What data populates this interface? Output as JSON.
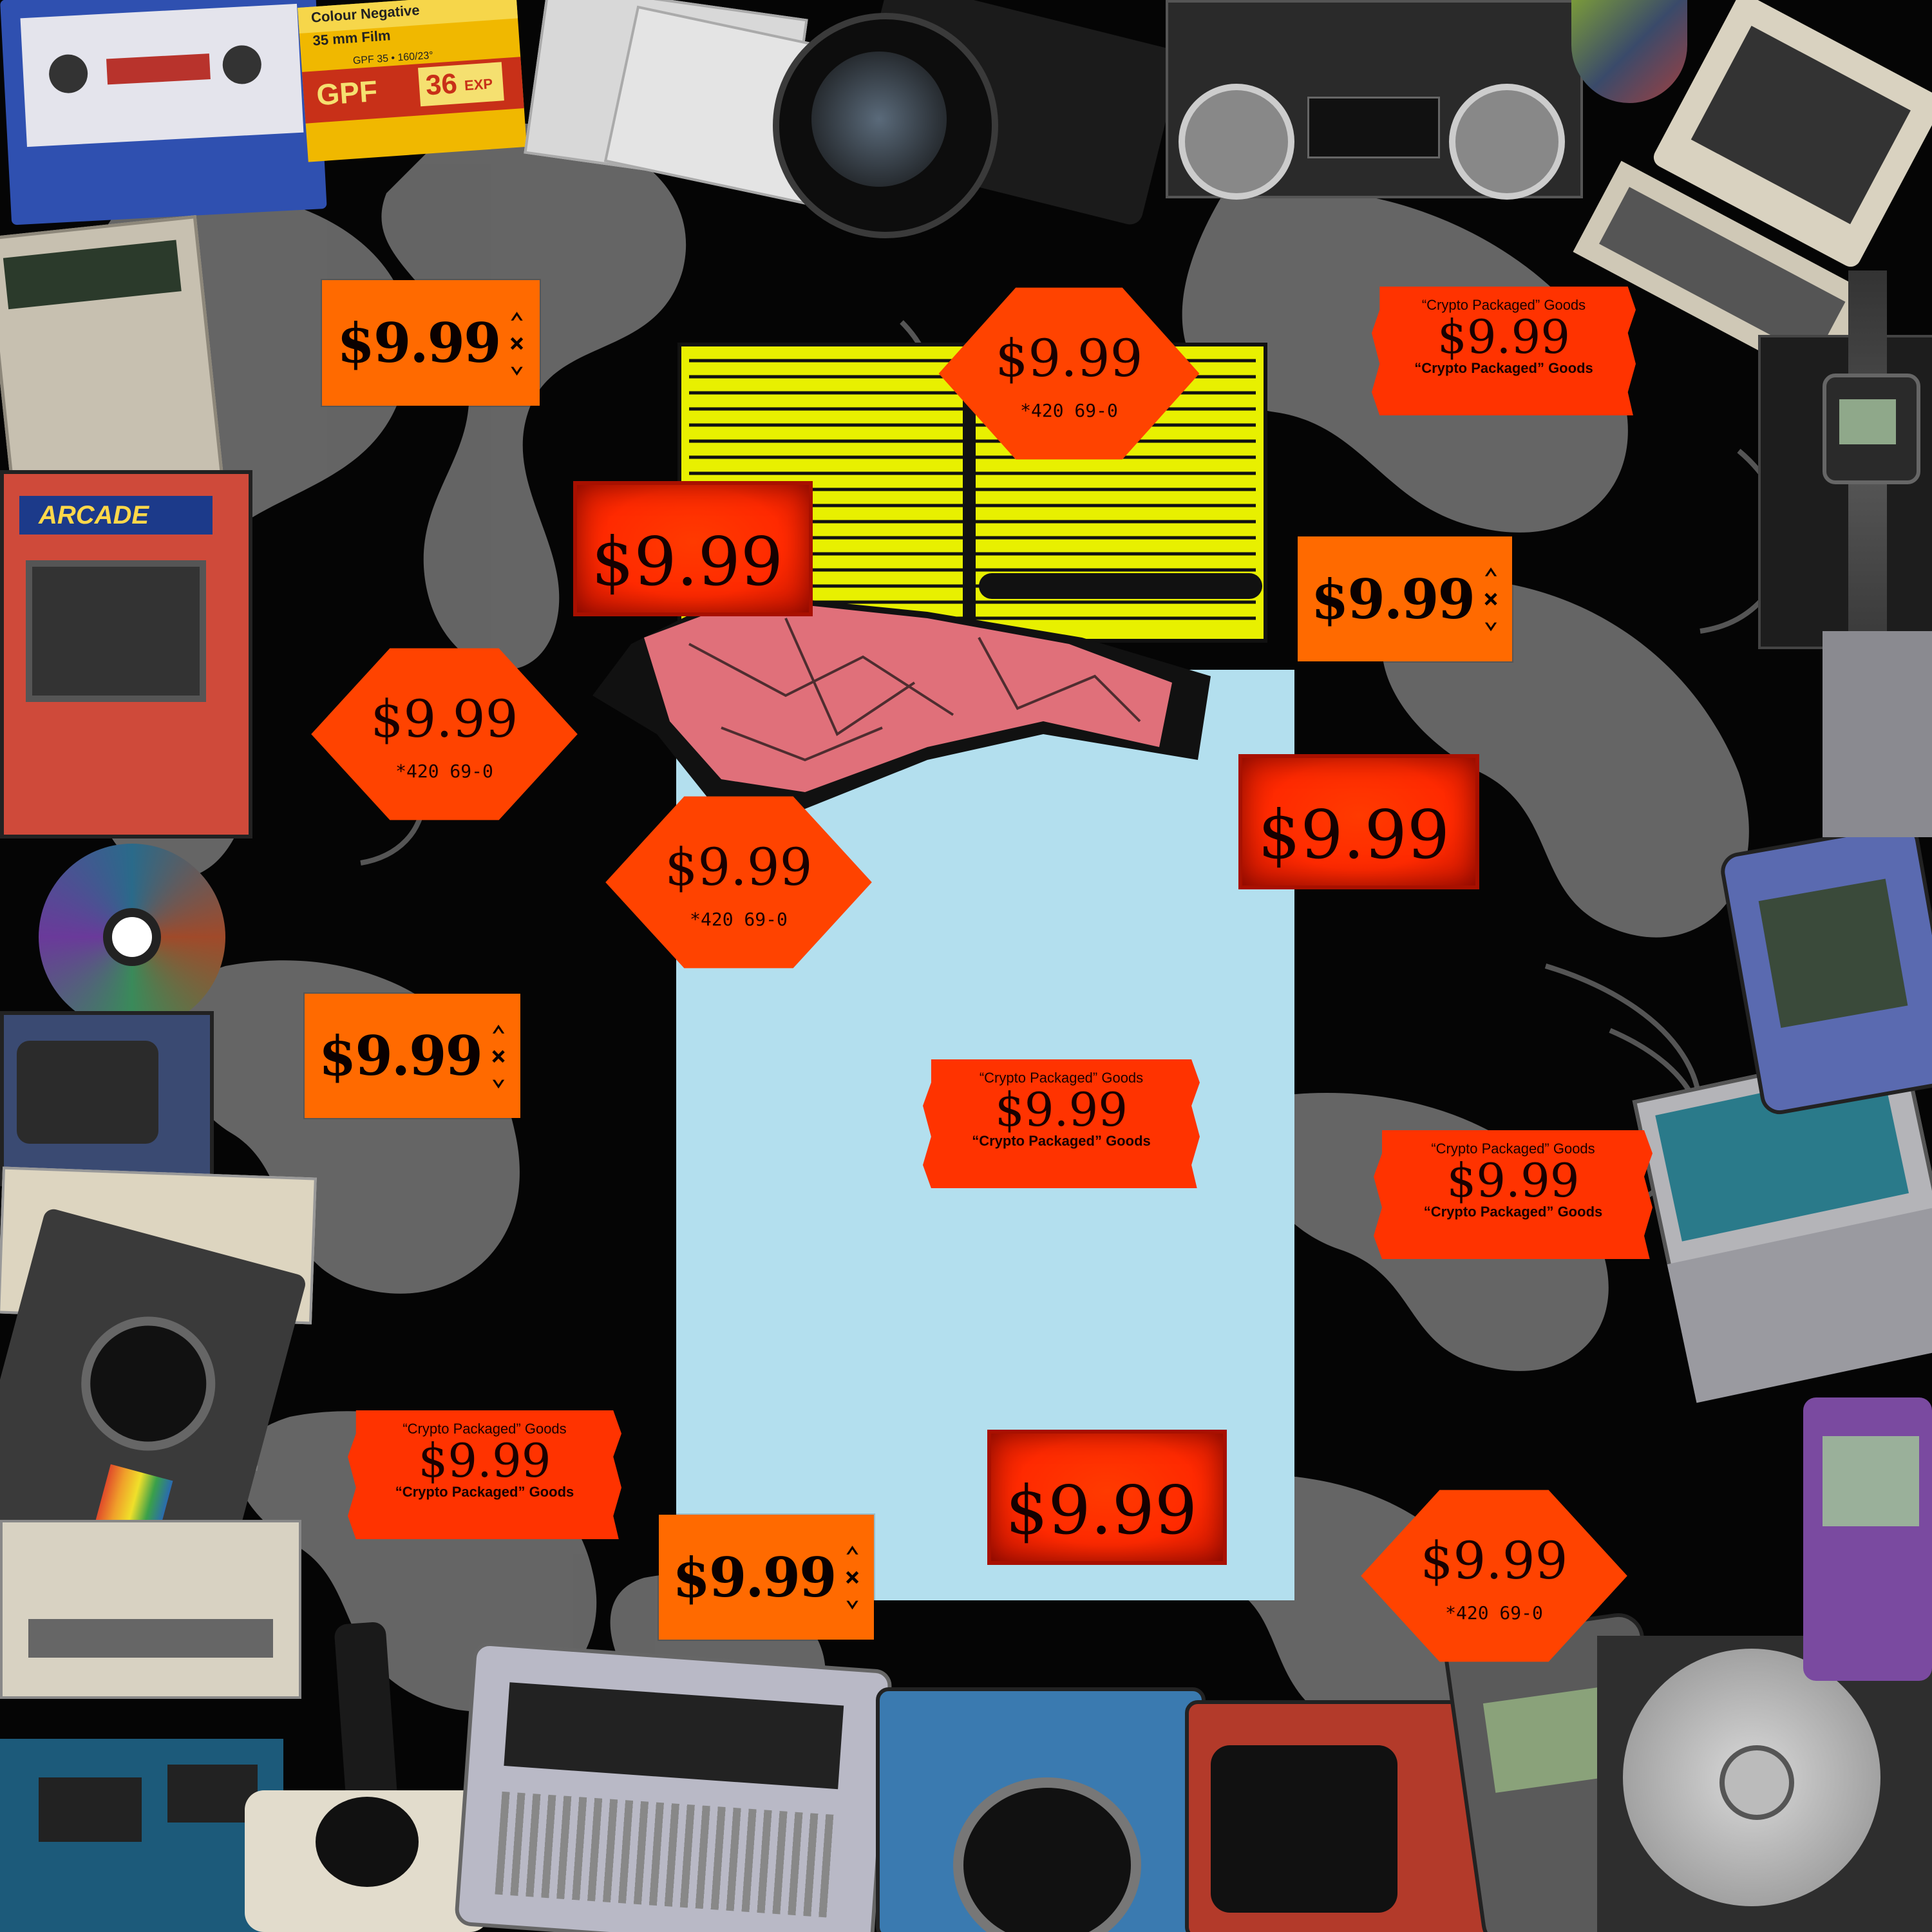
{
  "colors": {
    "background": "#000000",
    "marble_grey": "#6a6a6a",
    "tag_orange": "#ff6a00",
    "tag_red": "#ff3300",
    "light_blue_panel": "#b3dfee",
    "yellow_pad": "#e8f000",
    "pink_foil": "#e0707a"
  },
  "film_box": {
    "brand": "GPF",
    "film_text": "Colour Negative",
    "size_text": "35 mm Film",
    "spec_text": "GPF 35 • 160/23°",
    "exposures": "36",
    "exp_label": "EXP"
  },
  "arcade_label": "ARCADE",
  "orange_tags": [
    {
      "price": "$9.99"
    },
    {
      "price": "$9.99"
    },
    {
      "price": "$9.99"
    },
    {
      "price": "$9.99"
    }
  ],
  "diamond_tags": [
    {
      "price": "$9.99",
      "code": "*420 69-0"
    },
    {
      "price": "$9.99",
      "code": "*420 69-0"
    },
    {
      "price": "$9.99",
      "code": "*420 69-0"
    },
    {
      "price": "$9.99",
      "code": "*420 69-0"
    }
  ],
  "red_tags": [
    {
      "price": "$9.99"
    },
    {
      "price": "$9.99"
    },
    {
      "price": "$9.99"
    }
  ],
  "crypto_tags": [
    {
      "line1": "“Crypto Packaged” Goods",
      "price": "$9.99",
      "line2": "“Crypto Packaged” Goods"
    },
    {
      "line1": "“Crypto Packaged” Goods",
      "price": "$9.99",
      "line2": "“Crypto Packaged” Goods"
    },
    {
      "line1": "“Crypto Packaged” Goods",
      "price": "$9.99",
      "line2": "“Crypto Packaged” Goods"
    },
    {
      "line1": "“Crypto Packaged” Goods",
      "price": "$9.99",
      "line2": "“Crypto Packaged” Goods"
    }
  ]
}
